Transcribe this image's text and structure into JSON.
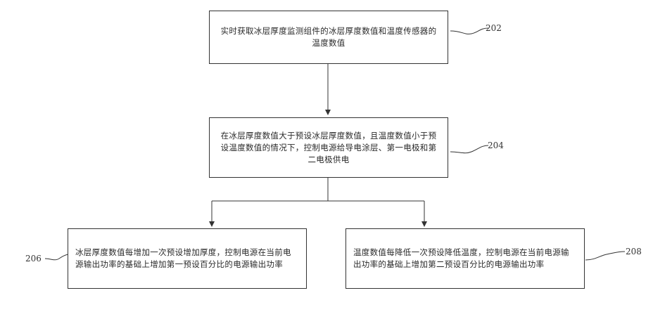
{
  "steps": [
    {
      "id": "202",
      "text": "实时获取冰层厚度监测组件的冰层厚度数值和温度传感器的温度数值"
    },
    {
      "id": "204",
      "text": "在冰层厚度数值大于预设冰层厚度数值，且温度数值小于预设温度数值的情况下，控制电源给导电涂层、第一电极和第二电极供电"
    },
    {
      "id": "206",
      "text": "冰层厚度数值每增加一次预设增加厚度，控制电源在当前电源输出功率的基础上增加第一预设百分比的电源输出功率"
    },
    {
      "id": "208",
      "text": "温度数值每降低一次预设降低温度，控制电源在当前电源输出功率的基础上增加第二预设百分比的电源输出功率"
    }
  ]
}
